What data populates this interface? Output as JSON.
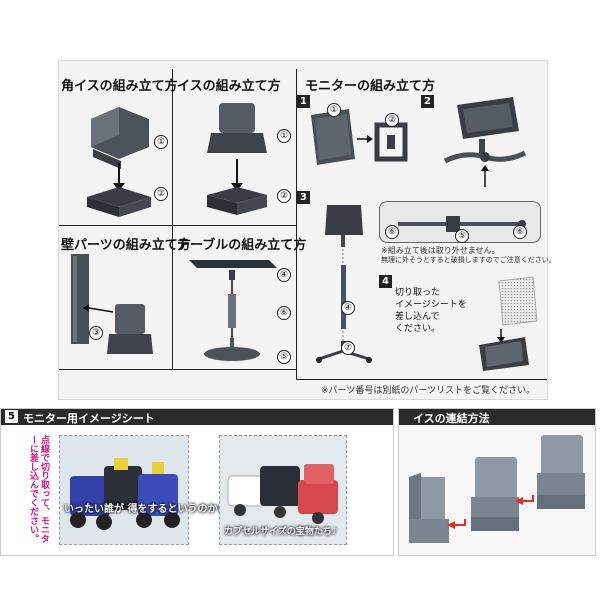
{
  "panels": {
    "corner_chair": {
      "title": "角イスの組み立て方",
      "labels": [
        "①",
        "②"
      ]
    },
    "chair": {
      "title": "イスの組み立て方",
      "labels": [
        "①",
        "②"
      ]
    },
    "wall": {
      "title": "壁パーツの組み立て方",
      "labels": [
        "③"
      ]
    },
    "table": {
      "title": "テーブルの組み立て方",
      "labels": [
        "④",
        "⑥",
        "⑤"
      ]
    },
    "monitor": {
      "title": "モニターの組み立て方",
      "steps": [
        "1",
        "2",
        "3",
        "4"
      ],
      "step1_labels": [
        "①",
        "②"
      ],
      "step3_labels": [
        "④",
        "⑦"
      ],
      "detail_labels": [
        "⑥",
        "⑤",
        "⑥"
      ],
      "note_rotate_1": "※組み立て後は取り外せません。",
      "note_rotate_2": "無理に外そうとすると破損しますのでご注意ください。",
      "step4_text": [
        "切り取った",
        "イメージシートを",
        "差し込んで",
        "ください。"
      ]
    }
  },
  "parts_note": "※パーツ番号は別紙のパーツリストをご覧ください。",
  "image_sheet": {
    "step": "5",
    "title": "モニター用イメージシート",
    "instruction": "点線で切り取って、モニターに差し込んでください。",
    "caption_left": "いったい誰が 得をするというのか!",
    "caption_right": "カプセルサイズの宝物たち♪"
  },
  "linking": {
    "title": "イスの連結方法"
  },
  "colors": {
    "part_gray": "#555b63",
    "part_dark": "#3a3e44",
    "arrow_red": "#e0301e",
    "sheet_bg": "#f4f4f4"
  }
}
